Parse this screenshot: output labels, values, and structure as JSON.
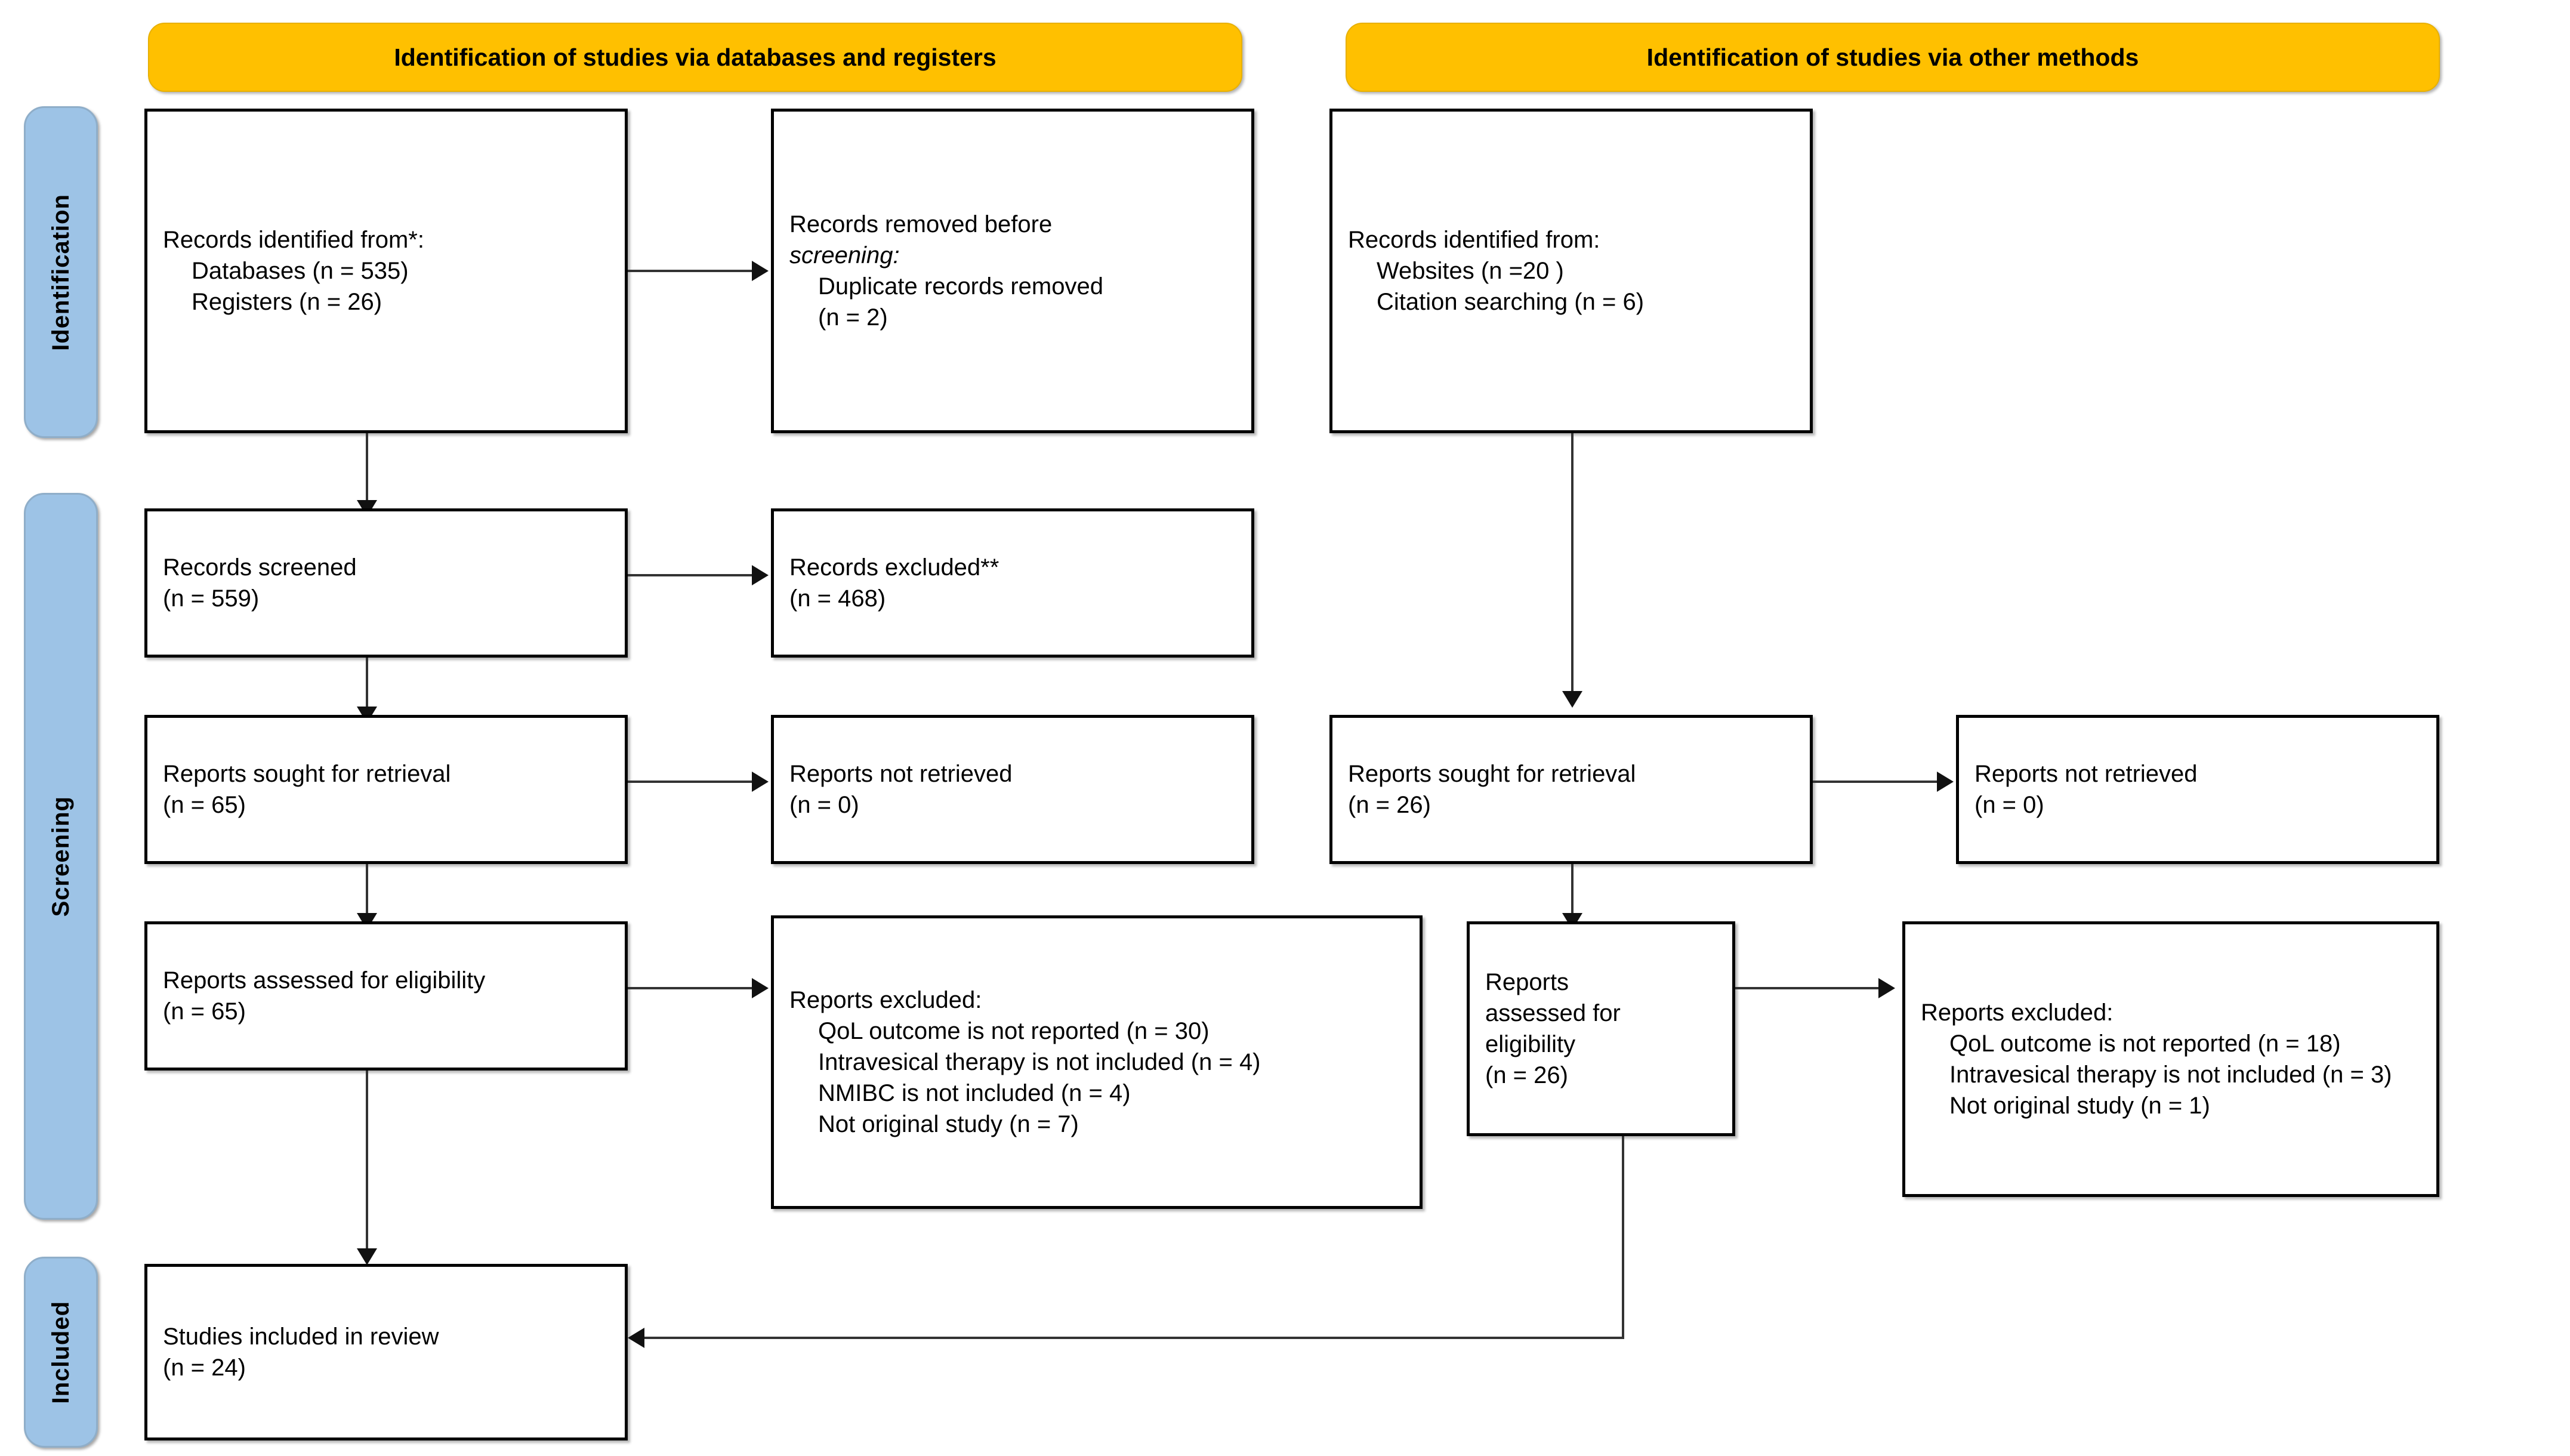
{
  "diagram": {
    "title": "PRISMA 2020 flow diagram",
    "accent_yellow": "#ffc000",
    "accent_blue": "#9dc3e6",
    "border_color": "#000000"
  },
  "stages": [
    {
      "label": "Identification"
    },
    {
      "label": "Screening"
    },
    {
      "label": "Included"
    }
  ],
  "banners": [
    {
      "label": "Identification of studies via databases and registers"
    },
    {
      "label": "Identification of studies via other methods"
    }
  ],
  "boxes": {
    "records_identified_db": {
      "l1": "Records identified from*:",
      "l2": "Databases (n = 535)",
      "l3": "Registers (n = 26)"
    },
    "records_removed": {
      "l1": "Records removed before",
      "l2": "screening:",
      "l3": "Duplicate records removed",
      "l4": "(n = 2)"
    },
    "records_screened": {
      "l1": "Records screened",
      "l2": "(n = 559)"
    },
    "records_excluded": {
      "l1": "Records excluded**",
      "l2": "(n = 468)"
    },
    "reports_sought_db": {
      "l1": "Reports sought for retrieval",
      "l2": "(n = 65)"
    },
    "reports_not_retrieved_db": {
      "l1": "Reports not retrieved",
      "l2": "(n = 0)"
    },
    "reports_assessed_db": {
      "l1": "Reports assessed for eligibility",
      "l2": "(n = 65)"
    },
    "reports_excluded_db": {
      "l1": "Reports excluded:",
      "l2": "QoL outcome is not reported (n = 30)",
      "l3": "Intravesical therapy is not included (n = 4)",
      "l4": "NMIBC is not included (n = 4)",
      "l5": "Not original study (n = 7)"
    },
    "records_identified_other": {
      "l1": "Records identified from:",
      "l2": "Websites (n =20 )",
      "l3": "Citation searching (n = 6)"
    },
    "reports_sought_other": {
      "l1": "Reports sought for retrieval",
      "l2": "(n = 26)"
    },
    "reports_not_retrieved_other": {
      "l1": "Reports not retrieved",
      "l2": "(n = 0)"
    },
    "reports_assessed_other": {
      "l1": "Reports",
      "l2": "assessed for",
      "l3": "eligibility",
      "l4": "(n = 26)"
    },
    "reports_excluded_other": {
      "l1": "Reports excluded:",
      "l2": "QoL outcome is not reported (n = 18)",
      "l3": "Intravesical therapy is not included (n = 3)",
      "l4": "Not original study (n = 1)"
    },
    "studies_included": {
      "l1": "Studies included in review",
      "l2": "(n = 24)"
    }
  },
  "chart_data": {
    "type": "diagram",
    "diagram_kind": "PRISMA 2020 flow diagram",
    "columns": [
      "Identification of studies via databases and registers",
      "Identification of studies via other methods"
    ],
    "stages": [
      "Identification",
      "Screening",
      "Included"
    ],
    "nodes": [
      {
        "id": "records_identified_db",
        "stage": "Identification",
        "column": 1,
        "counts": {
          "Databases": 535,
          "Registers": 26
        }
      },
      {
        "id": "records_removed",
        "stage": "Identification",
        "column": 1,
        "counts": {
          "Duplicate records removed": 2
        }
      },
      {
        "id": "records_screened",
        "stage": "Screening",
        "column": 1,
        "counts": {
          "n": 559
        }
      },
      {
        "id": "records_excluded",
        "stage": "Screening",
        "column": 1,
        "counts": {
          "n": 468
        }
      },
      {
        "id": "reports_sought_db",
        "stage": "Screening",
        "column": 1,
        "counts": {
          "n": 65
        }
      },
      {
        "id": "reports_not_retrieved_db",
        "stage": "Screening",
        "column": 1,
        "counts": {
          "n": 0
        }
      },
      {
        "id": "reports_assessed_db",
        "stage": "Screening",
        "column": 1,
        "counts": {
          "n": 65
        }
      },
      {
        "id": "reports_excluded_db",
        "stage": "Screening",
        "column": 1,
        "counts": {
          "QoL outcome is not reported": 30,
          "Intravesical therapy is not included": 4,
          "NMIBC is not included": 4,
          "Not original study": 7
        }
      },
      {
        "id": "records_identified_other",
        "stage": "Identification",
        "column": 2,
        "counts": {
          "Websites": 20,
          "Citation searching": 6
        }
      },
      {
        "id": "reports_sought_other",
        "stage": "Screening",
        "column": 2,
        "counts": {
          "n": 26
        }
      },
      {
        "id": "reports_not_retrieved_other",
        "stage": "Screening",
        "column": 2,
        "counts": {
          "n": 0
        }
      },
      {
        "id": "reports_assessed_other",
        "stage": "Screening",
        "column": 2,
        "counts": {
          "n": 26
        }
      },
      {
        "id": "reports_excluded_other",
        "stage": "Screening",
        "column": 2,
        "counts": {
          "QoL outcome is not reported": 18,
          "Intravesical therapy is not included": 3,
          "Not original study": 1
        }
      },
      {
        "id": "studies_included",
        "stage": "Included",
        "column": 1,
        "counts": {
          "n": 24
        }
      }
    ],
    "edges": [
      {
        "from": "records_identified_db",
        "to": "records_removed"
      },
      {
        "from": "records_identified_db",
        "to": "records_screened"
      },
      {
        "from": "records_screened",
        "to": "records_excluded"
      },
      {
        "from": "records_screened",
        "to": "reports_sought_db"
      },
      {
        "from": "reports_sought_db",
        "to": "reports_not_retrieved_db"
      },
      {
        "from": "reports_sought_db",
        "to": "reports_assessed_db"
      },
      {
        "from": "reports_assessed_db",
        "to": "reports_excluded_db"
      },
      {
        "from": "reports_assessed_db",
        "to": "studies_included"
      },
      {
        "from": "records_identified_other",
        "to": "reports_sought_other"
      },
      {
        "from": "reports_sought_other",
        "to": "reports_not_retrieved_other"
      },
      {
        "from": "reports_sought_other",
        "to": "reports_assessed_other"
      },
      {
        "from": "reports_assessed_other",
        "to": "reports_excluded_other"
      },
      {
        "from": "reports_assessed_other",
        "to": "studies_included"
      }
    ]
  }
}
